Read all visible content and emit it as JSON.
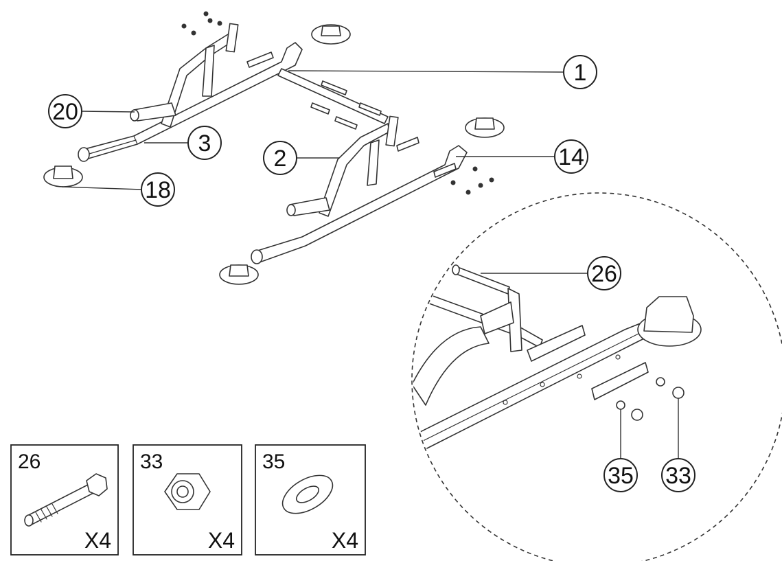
{
  "callouts": {
    "c1": "1",
    "c2": "2",
    "c3": "3",
    "c14": "14",
    "c18": "18",
    "c20": "20",
    "c26": "26",
    "c33": "33",
    "c35": "35"
  },
  "hardware": [
    {
      "number": "26",
      "qty": "X4"
    },
    {
      "number": "33",
      "qty": "X4"
    },
    {
      "number": "35",
      "qty": "X4"
    }
  ]
}
